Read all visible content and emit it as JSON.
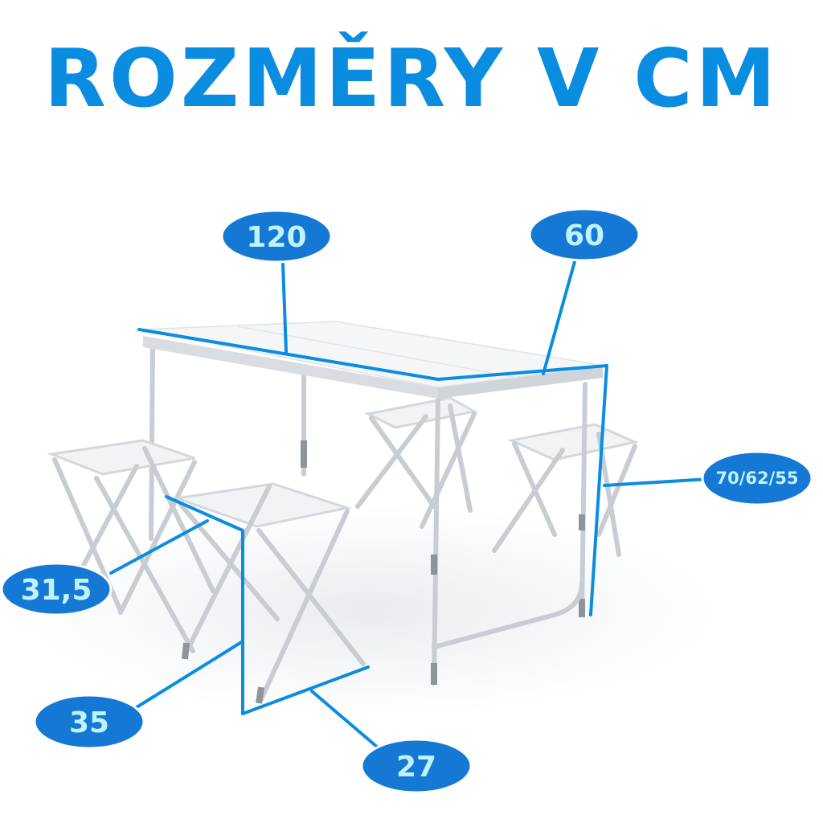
{
  "title": "ROZMĚRY V CM",
  "colors": {
    "accent": "#0a8de0",
    "label_fill": "#1478d4",
    "label_text": "#bff3ff",
    "frame": "#c8cdd3",
    "frame_dark": "#8d949b",
    "tabletop": "#f4f6f8",
    "seat": "#f1f3f5"
  },
  "dimensions": {
    "table_length": "120",
    "table_width": "60",
    "table_height": "70/62/55",
    "stool_seat_length": "31,5",
    "stool_height": "35",
    "stool_seat_width": "27"
  }
}
